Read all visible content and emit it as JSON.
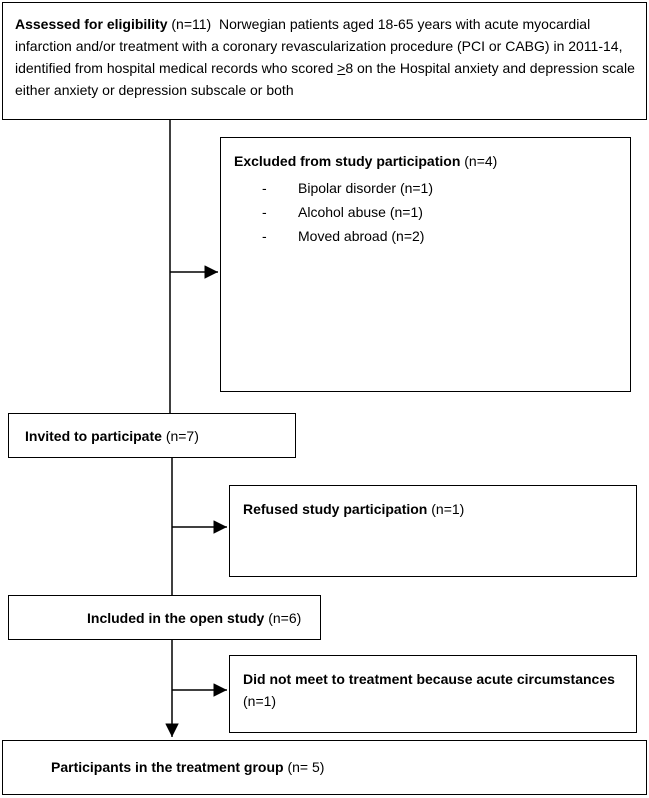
{
  "flowchart": {
    "box1": {
      "label": "Assessed for eligibility",
      "count": "(n=11)",
      "desc_a": "Norwegian patients aged 18-65 years with acute myocardial infarction and/or treatment with a coronary revascularization procedure (PCI or CABG) in 2011-14, identified from hospital medical records who scored",
      "gte": ">",
      "desc_b": "8 on the  Hospital anxiety and depression scale either anxiety or depression subscale or both"
    },
    "excluded": {
      "label": "Excluded from study participation",
      "count": "(n=4)",
      "dash": "-",
      "reasons": [
        "Bipolar disorder (n=1)",
        "Alcohol abuse (n=1)",
        "Moved abroad (n=2)"
      ]
    },
    "invited": {
      "label": "Invited to participate",
      "count": "(n=7)"
    },
    "refused": {
      "label": "Refused study participation",
      "count": "(n=1)"
    },
    "included": {
      "label": "Included in the open study",
      "count": "(n=6)"
    },
    "did_not_meet": {
      "label": "Did not meet to treatment because acute circumstances",
      "count": "(n=1)"
    },
    "treatment": {
      "label": "Participants in the treatment group",
      "count": "(n= 5)"
    }
  }
}
